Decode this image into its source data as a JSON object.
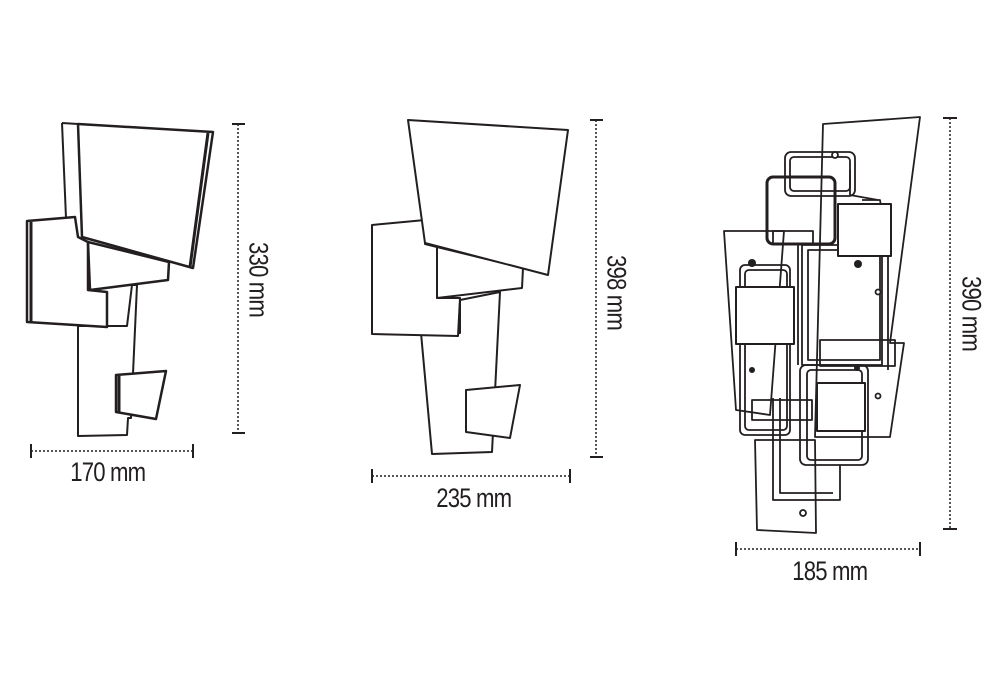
{
  "views": [
    {
      "name": "side-view",
      "width_label": "170 mm",
      "height_label": "330 mm"
    },
    {
      "name": "side-view-2",
      "width_label": "235 mm",
      "height_label": "398 mm"
    },
    {
      "name": "front-view",
      "width_label": "185 mm",
      "height_label": "390 mm"
    }
  ],
  "colors": {
    "line": "#231f20",
    "background": "#ffffff"
  }
}
